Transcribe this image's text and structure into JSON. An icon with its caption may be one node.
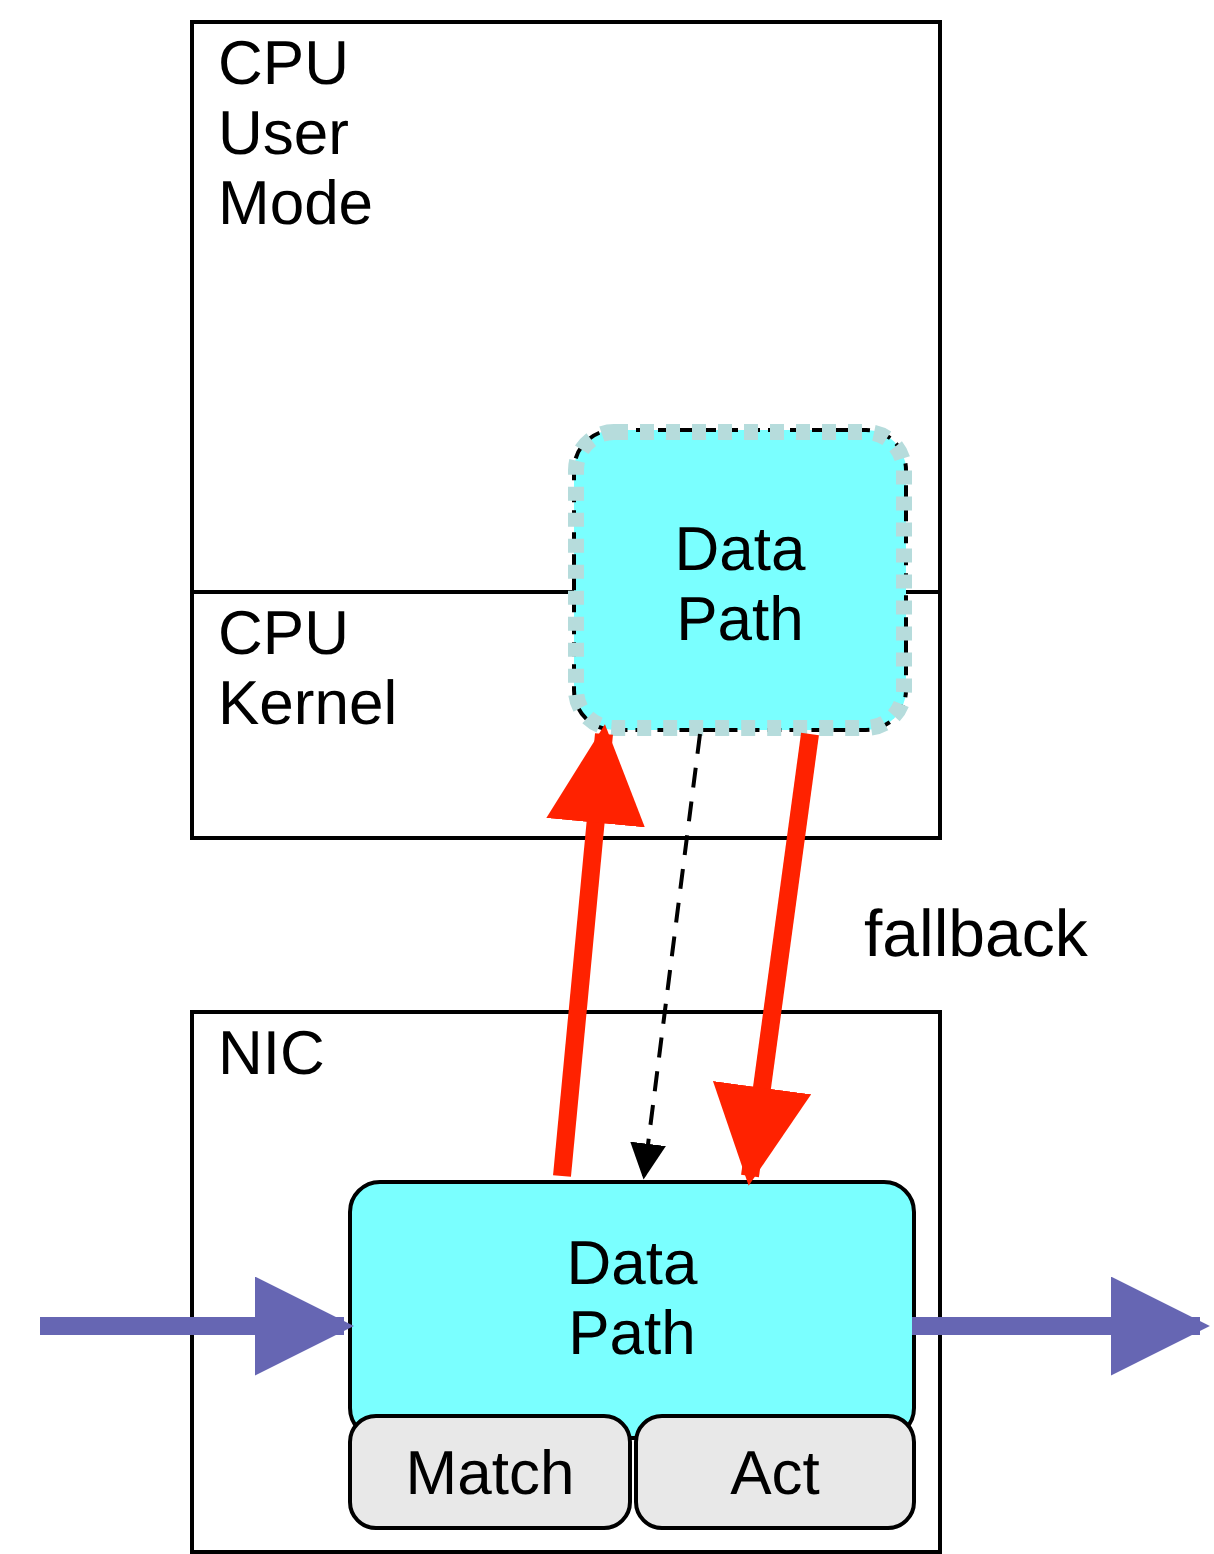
{
  "diagram": {
    "nodes": [
      {
        "text": [
          "CPU User Mode",
          "CPU Kernel"
        ]
      },
      {
        "text": [
          "Data Path"
        ],
        "in": 0
      },
      {
        "text": [
          "NIC"
        ]
      },
      {
        "text": [
          "Data Path"
        ],
        "in": 2
      },
      {
        "text": [
          "Match"
        ],
        "in": 2
      },
      {
        "text": [
          "Act"
        ],
        "in": 2
      }
    ],
    "edges": [
      {
        "from": 3,
        "to": 1,
        "arrow": "to",
        "color": "#ff2200"
      },
      {
        "from": 1,
        "to": 3,
        "arrow": "to",
        "color": "#ff2200"
      },
      {
        "from": 1,
        "to": 3,
        "arrow": "to",
        "style": "dashed",
        "color": "#000000"
      },
      {
        "from": null,
        "to": 3,
        "arrow": "to",
        "color": "#6666b3"
      },
      {
        "from": 3,
        "to": null,
        "arrow": "to",
        "color": "#6666b3"
      }
    ],
    "labels": [
      "fallback"
    ]
  }
}
